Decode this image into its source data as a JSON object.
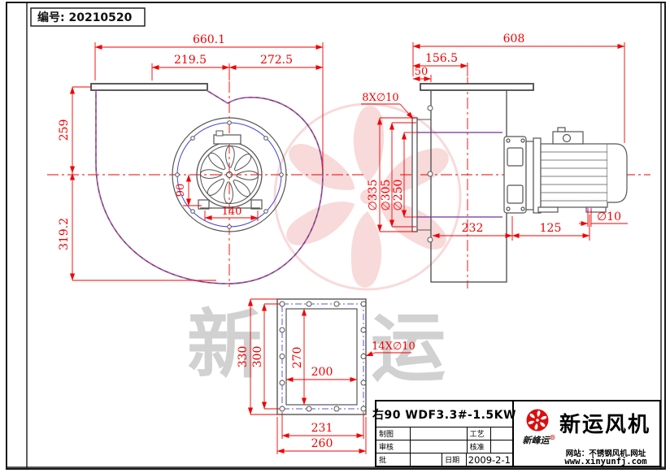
{
  "header": {
    "serial": "编号: 20210520"
  },
  "front_view": {
    "dims": {
      "overall_width": "660.1",
      "outlet_width": "219.5",
      "center_to_right": "272.5",
      "top_to_center": "259",
      "center_to_bottom": "319.2",
      "foot_offset": "90",
      "foot_span": "140"
    }
  },
  "side_view": {
    "dims": {
      "overall_length": "608",
      "inlet_to_center": "156.5",
      "flange_depth": "50",
      "inlet_bolts": "8X∅10",
      "flange_dia": "∅335",
      "bolt_circle": "∅305",
      "inlet_dia": "∅250",
      "casing_to_bracket": "232",
      "bracket_to_foot": "125",
      "foot_hole": "∅10"
    }
  },
  "flange_view": {
    "dims": {
      "outer_height": "330",
      "bolt_pitch_height": "300",
      "opening_height": "270",
      "opening_width": "200",
      "bolt_pitch_width": "231",
      "outer_width": "260",
      "bolt_note": "14X∅10"
    }
  },
  "title_block": {
    "model": "右90 WDF3.3#-1.5KW",
    "draw_label": "制图",
    "process_label": "工艺",
    "check_label": "审核",
    "approve_label": "核准",
    "batch_label": "批",
    "date_label": "日期",
    "date_value": "2009-2-1",
    "brand_name": "新运风机",
    "brand_script": "新峰运",
    "brand_reg": "®",
    "site_line1": "网站：不锈钢风机.网址",
    "site_line2": "www.xinyunfj.com"
  },
  "watermark": {
    "char_left": "新",
    "char_right": "运"
  },
  "colors": {
    "dim_red": "#f20000",
    "bolt_blue": "#4444dd",
    "outline_magenta": "#f230f2",
    "duct_purple": "#7030a0",
    "logo_red": "#d90f0f",
    "watermark_pink": "#f2b6b6"
  }
}
